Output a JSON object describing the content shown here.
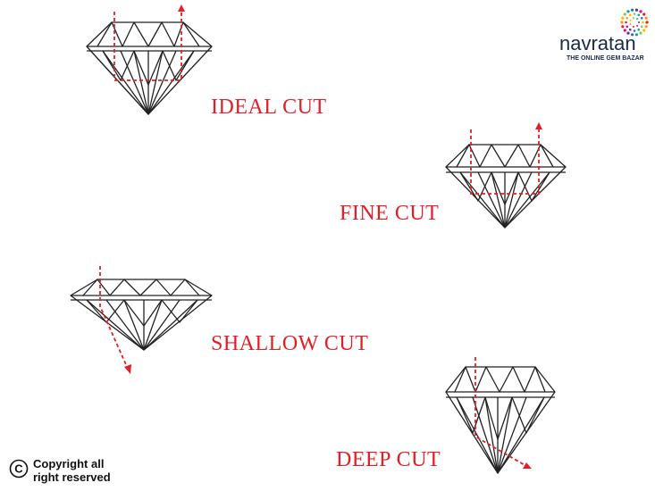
{
  "brand": {
    "name": "navratan",
    "tagline": "THE ONLINE GEM BAZAR",
    "dot_colors": [
      "#e31e24",
      "#f7941d",
      "#fcb900",
      "#8dc63f",
      "#00a79d",
      "#1c75bc",
      "#662d91",
      "#ec008c"
    ]
  },
  "cuts": [
    {
      "label": "IDEAL CUT"
    },
    {
      "label": "FINE CUT"
    },
    {
      "label": "SHALLOW CUT"
    },
    {
      "label": "DEEP CUT"
    }
  ],
  "copyright": {
    "symbol": "C",
    "line1": "Copyright all",
    "line2": "right reserved"
  },
  "colors": {
    "accent": "#e31e24",
    "outline": "#222222",
    "brand_text": "#1a2b45"
  }
}
